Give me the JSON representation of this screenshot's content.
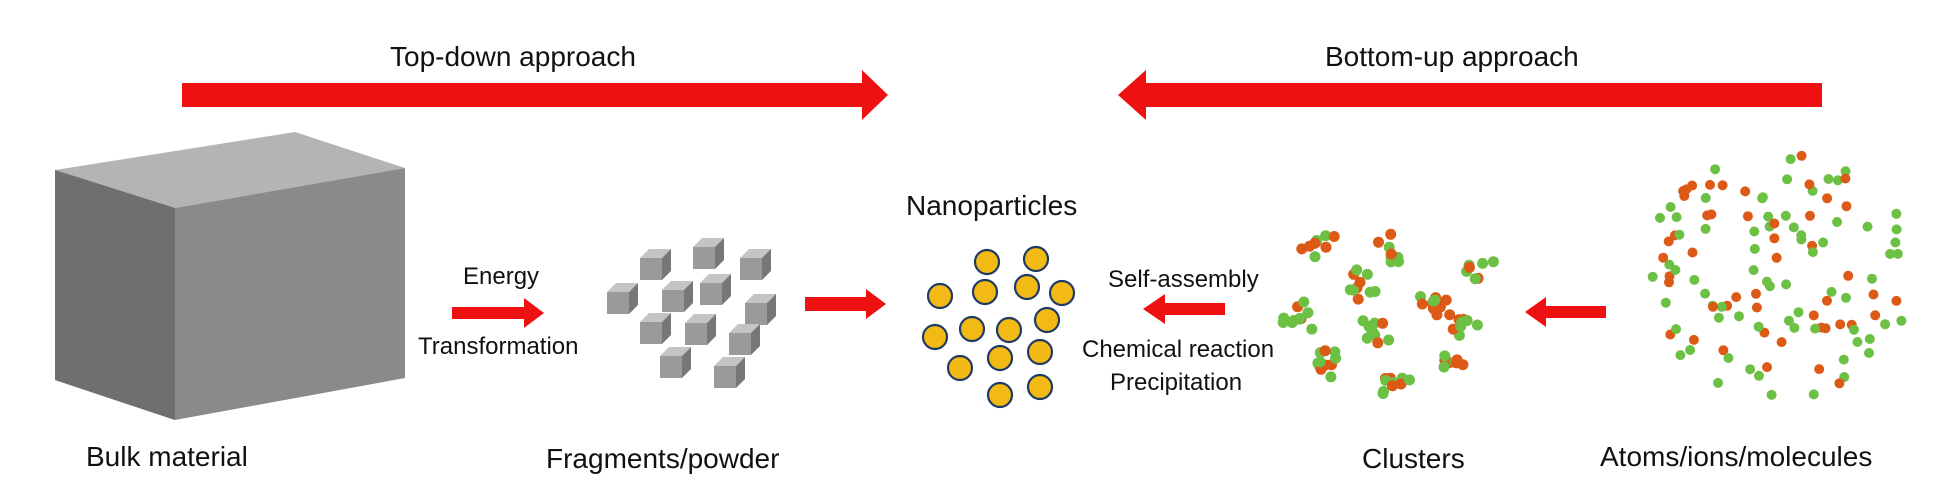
{
  "headers": {
    "top_down": "Top-down approach",
    "bottom_up": "Bottom-up approach"
  },
  "labels": {
    "bulk": "Bulk material",
    "fragments": "Fragments/powder",
    "nanoparticles": "Nanoparticles",
    "clusters": "Clusters",
    "atoms": "Atoms/ions/molecules"
  },
  "processes": {
    "energy": "Energy",
    "transformation": "Transformation",
    "self_assembly": "Self-assembly",
    "chemical_reaction": "Chemical reaction",
    "precipitation": "Precipitation"
  },
  "colors": {
    "arrow": "#ee1111",
    "cube_front": "#8c8c8c",
    "cube_top": "#b4b4b4",
    "cube_side": "#6e6e6e",
    "nanoparticle_fill": "#f3b915",
    "nanoparticle_stroke": "#1f3b63",
    "atom_green": "#6cc044",
    "atom_orange": "#dd5a16"
  }
}
